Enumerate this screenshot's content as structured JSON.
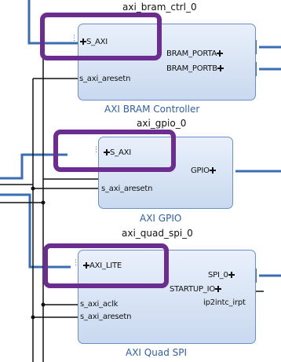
{
  "blocks": [
    {
      "instance": "axi_bram_ctrl_0",
      "subtitle": "AXI BRAM Controller",
      "input_ports": [
        "S_AXI",
        "s_axi_aresetn"
      ],
      "output_ports": [
        "BRAM_PORTA",
        "BRAM_PORTB"
      ]
    },
    {
      "instance": "axi_gpio_0",
      "subtitle": "AXI GPIO",
      "input_ports": [
        "S_AXI",
        "s_axi_aresetn"
      ],
      "output_ports": [
        "GPIO"
      ]
    },
    {
      "instance": "axi_quad_spi_0",
      "subtitle": "AXI Quad SPI",
      "input_ports": [
        "AXI_LITE",
        "s_axi_aclk",
        "s_axi_aresetn"
      ],
      "output_ports": [
        "SPI_0",
        "STARTUP_IO",
        "ip2intc_irpt"
      ]
    }
  ],
  "colors": {
    "bus_wire": "#3a6db5",
    "net_wire": "#111111",
    "block_fill": "#dbe6f6",
    "block_border": "#6d8fc4",
    "highlight": "#6b2d8f",
    "subtitle_text": "#2f5fa8"
  }
}
